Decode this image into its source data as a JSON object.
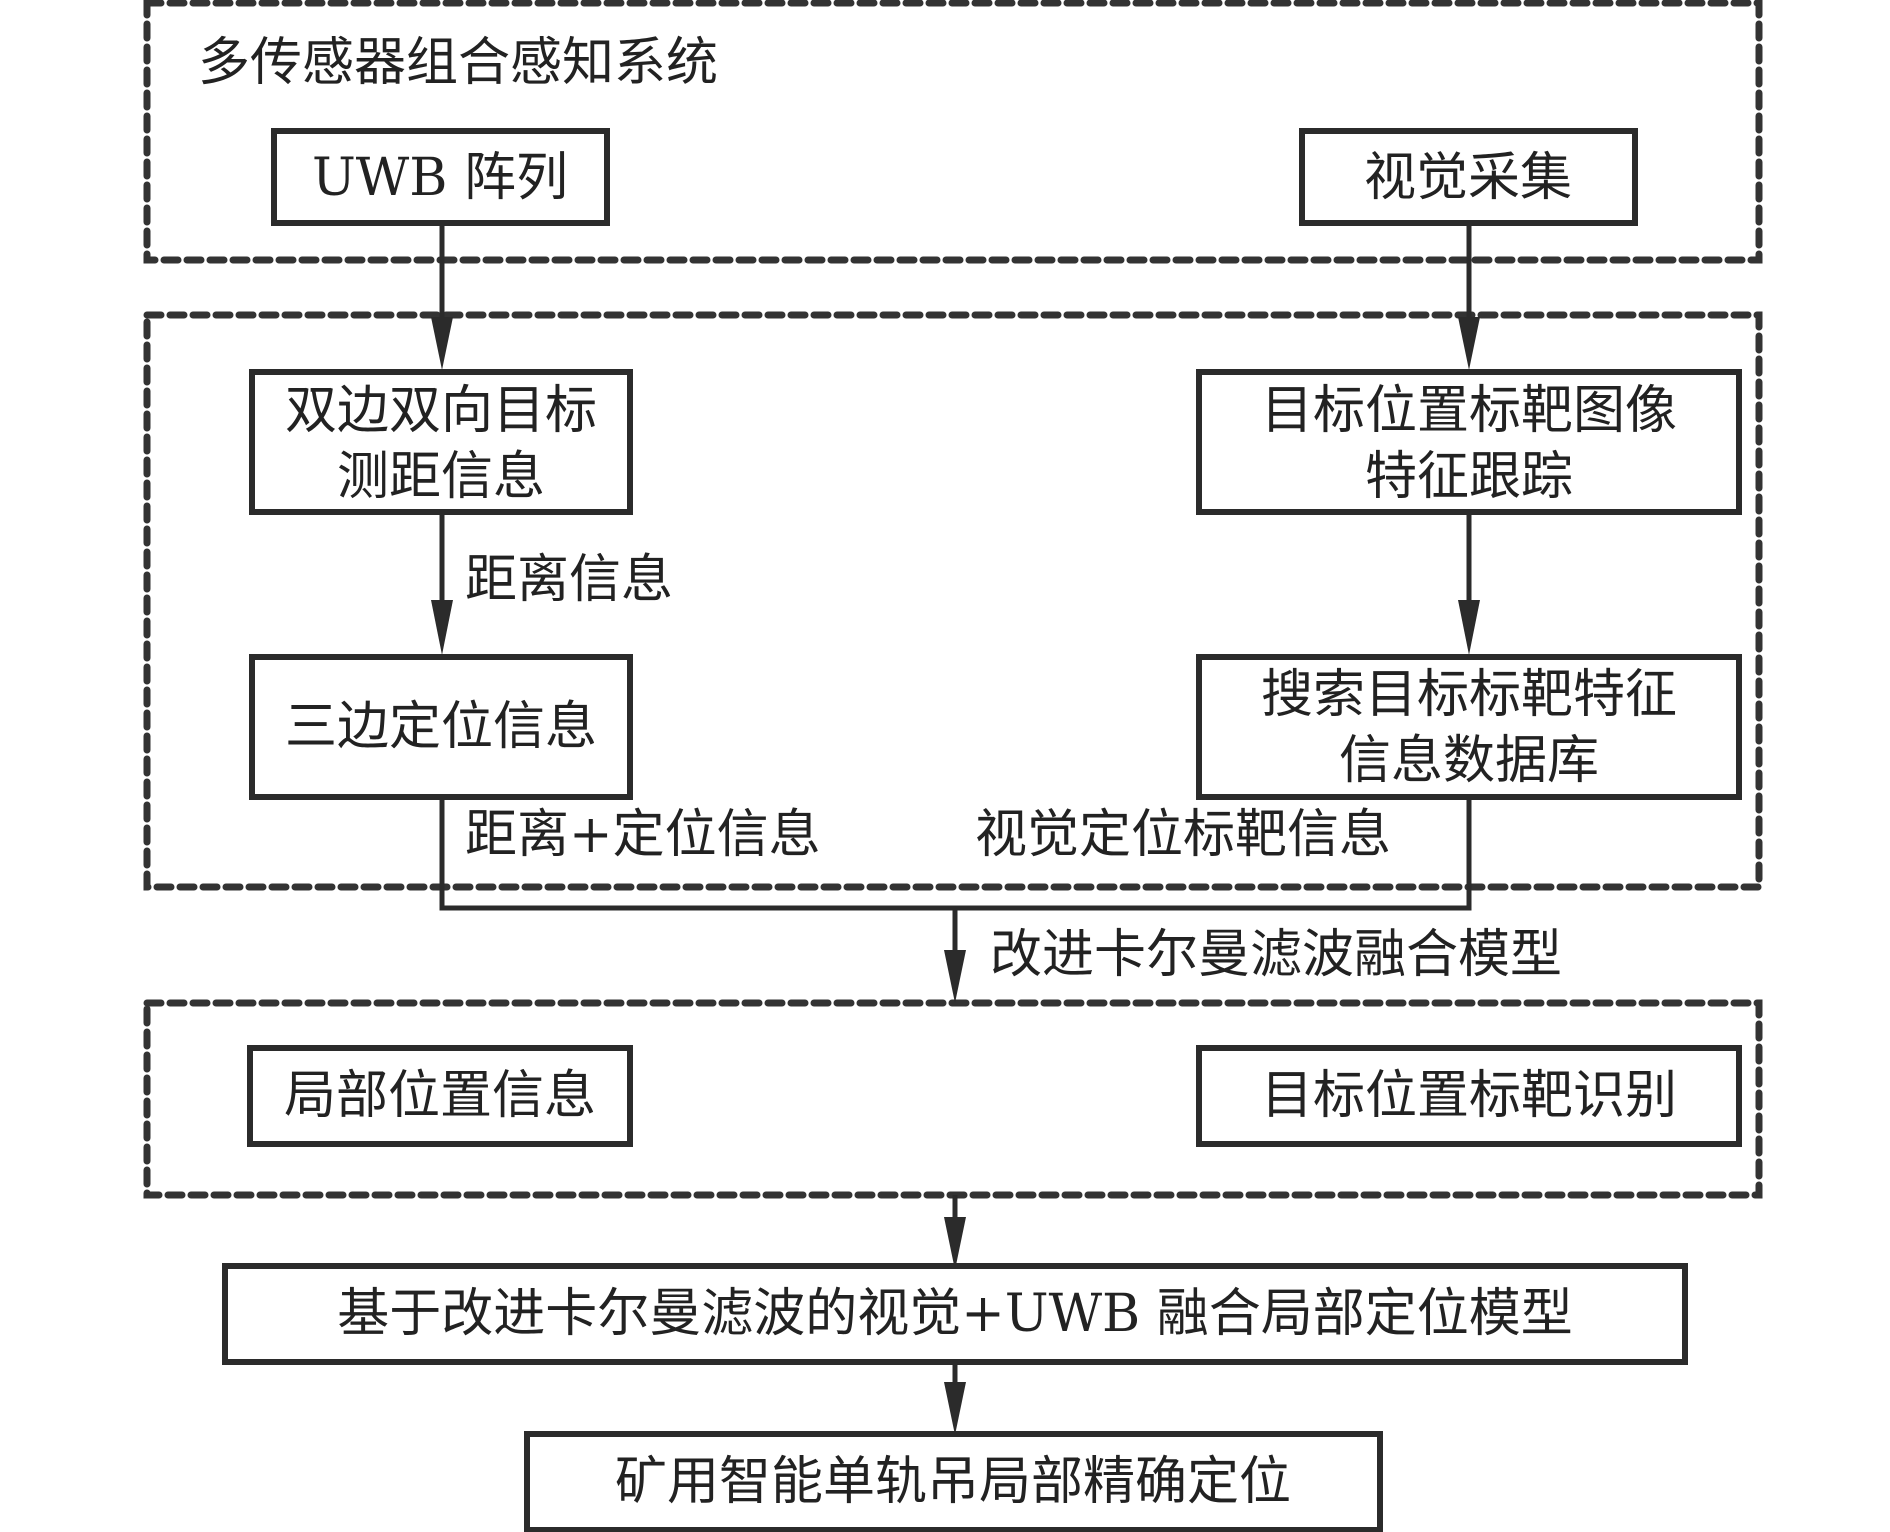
{
  "groups": {
    "sensing_system": {
      "title": "多传感器组合感知系统"
    },
    "processing": {},
    "fusion_output": {}
  },
  "nodes": {
    "uwb_array": "UWB 阵列",
    "vision_capture": "视觉采集",
    "twr_ranging": [
      "双边双向目标",
      "测距信息"
    ],
    "target_tracking": [
      "目标位置标靶图像",
      "特征跟踪"
    ],
    "trilateration": "三边定位信息",
    "feature_db": [
      "搜索目标标靶特征",
      "信息数据库"
    ],
    "local_position": "局部位置信息",
    "target_recognition": "目标位置标靶识别",
    "fusion_model": "基于改进卡尔曼滤波的视觉+UWB 融合局部定位模型",
    "final_output": "矿用智能单轨吊局部精确定位"
  },
  "edge_labels": {
    "distance_info": "距离信息",
    "distance_position_info": "距离+定位信息",
    "visual_target_info": "视觉定位标靶信息",
    "kalman_fusion": "改进卡尔曼滤波融合模型"
  },
  "colors": {
    "stroke": "#2b2b2b",
    "text": "#222222",
    "background": "#ffffff"
  }
}
